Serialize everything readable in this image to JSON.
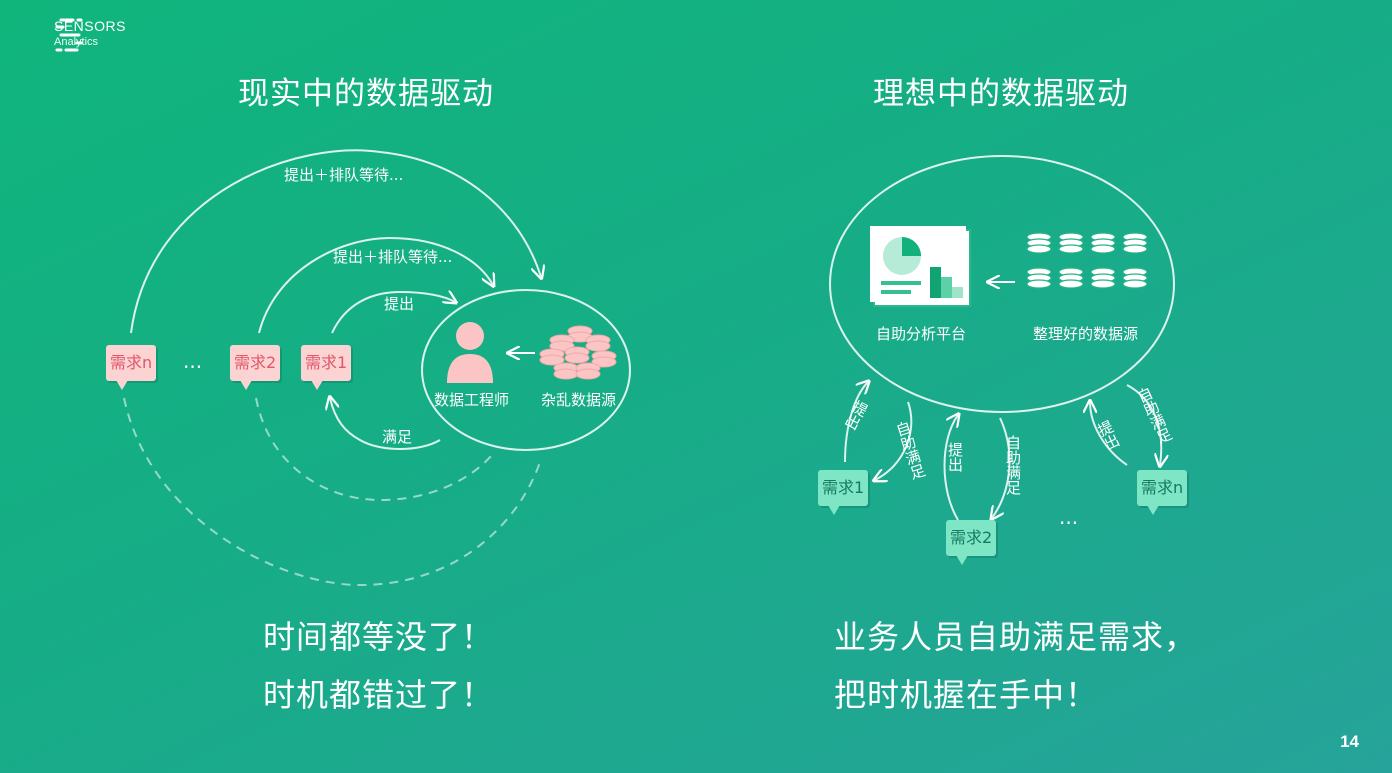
{
  "logo": {
    "name": "SENSORS",
    "sub": "Analytics"
  },
  "left": {
    "title": "现实中的数据驱动",
    "arc_labels": {
      "outer": "提出＋排队等待...",
      "middle": "提出＋排队等待...",
      "inner": "提出",
      "return": "满足"
    },
    "bubbles": [
      "需求n",
      "需求2",
      "需求1"
    ],
    "ellipsis": "...",
    "engineer": "数据工程师",
    "datasource": "杂乱数据源",
    "caption": [
      "时间都等没了！",
      "时机都错过了！"
    ]
  },
  "right": {
    "title": "理想中的数据驱动",
    "platform": "自助分析平台",
    "datasource": "整理好的数据源",
    "bubbles": [
      "需求1",
      "需求2",
      "需求n"
    ],
    "ellipsis": "...",
    "arrow_labels": {
      "raise": "提出",
      "satisfy": "自助满足"
    },
    "caption": [
      "业务人员自助满足需求，",
      "把时机握在手中！"
    ]
  },
  "page_number": "14"
}
